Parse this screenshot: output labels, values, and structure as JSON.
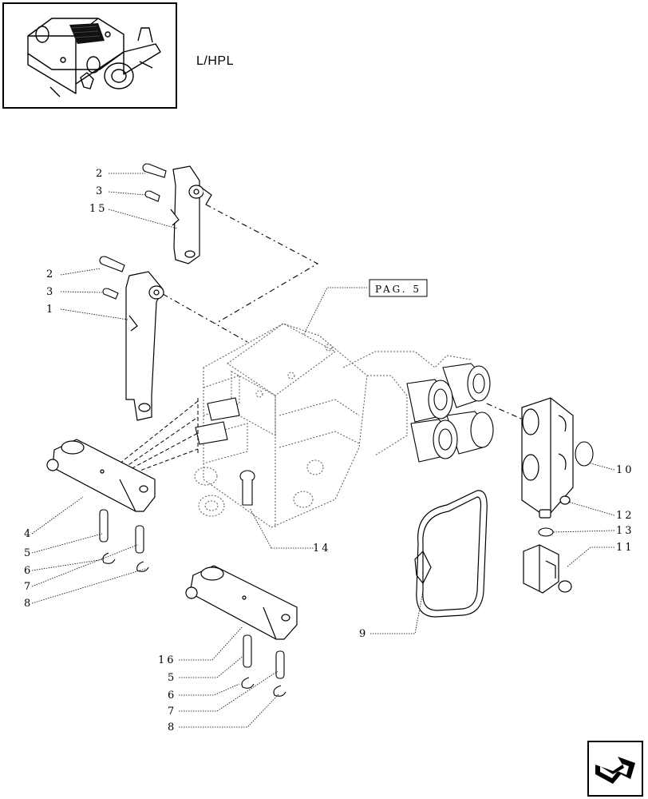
{
  "header": {
    "variant_label": "L/HPL"
  },
  "reference": {
    "page_ref": "PAG. 5"
  },
  "callouts": [
    {
      "id": "c-2a",
      "label": "2"
    },
    {
      "id": "c-3a",
      "label": "3"
    },
    {
      "id": "c-15",
      "label": "15"
    },
    {
      "id": "c-2b",
      "label": "2"
    },
    {
      "id": "c-3b",
      "label": "3"
    },
    {
      "id": "c-1",
      "label": "1"
    },
    {
      "id": "c-4",
      "label": "4"
    },
    {
      "id": "c-5a",
      "label": "5"
    },
    {
      "id": "c-6a",
      "label": "6"
    },
    {
      "id": "c-7a",
      "label": "7"
    },
    {
      "id": "c-8a",
      "label": "8"
    },
    {
      "id": "c-14",
      "label": "14"
    },
    {
      "id": "c-9",
      "label": "9"
    },
    {
      "id": "c-10",
      "label": "10"
    },
    {
      "id": "c-12",
      "label": "12"
    },
    {
      "id": "c-13",
      "label": "13"
    },
    {
      "id": "c-11",
      "label": "11"
    },
    {
      "id": "c-16",
      "label": "16"
    },
    {
      "id": "c-5b",
      "label": "5"
    },
    {
      "id": "c-6b",
      "label": "6"
    },
    {
      "id": "c-7b",
      "label": "7"
    },
    {
      "id": "c-8b",
      "label": "8"
    }
  ],
  "icons": {
    "thumbnail": "valve-assembly-thumbnail",
    "navigation": "next-page-arrow-icon"
  }
}
